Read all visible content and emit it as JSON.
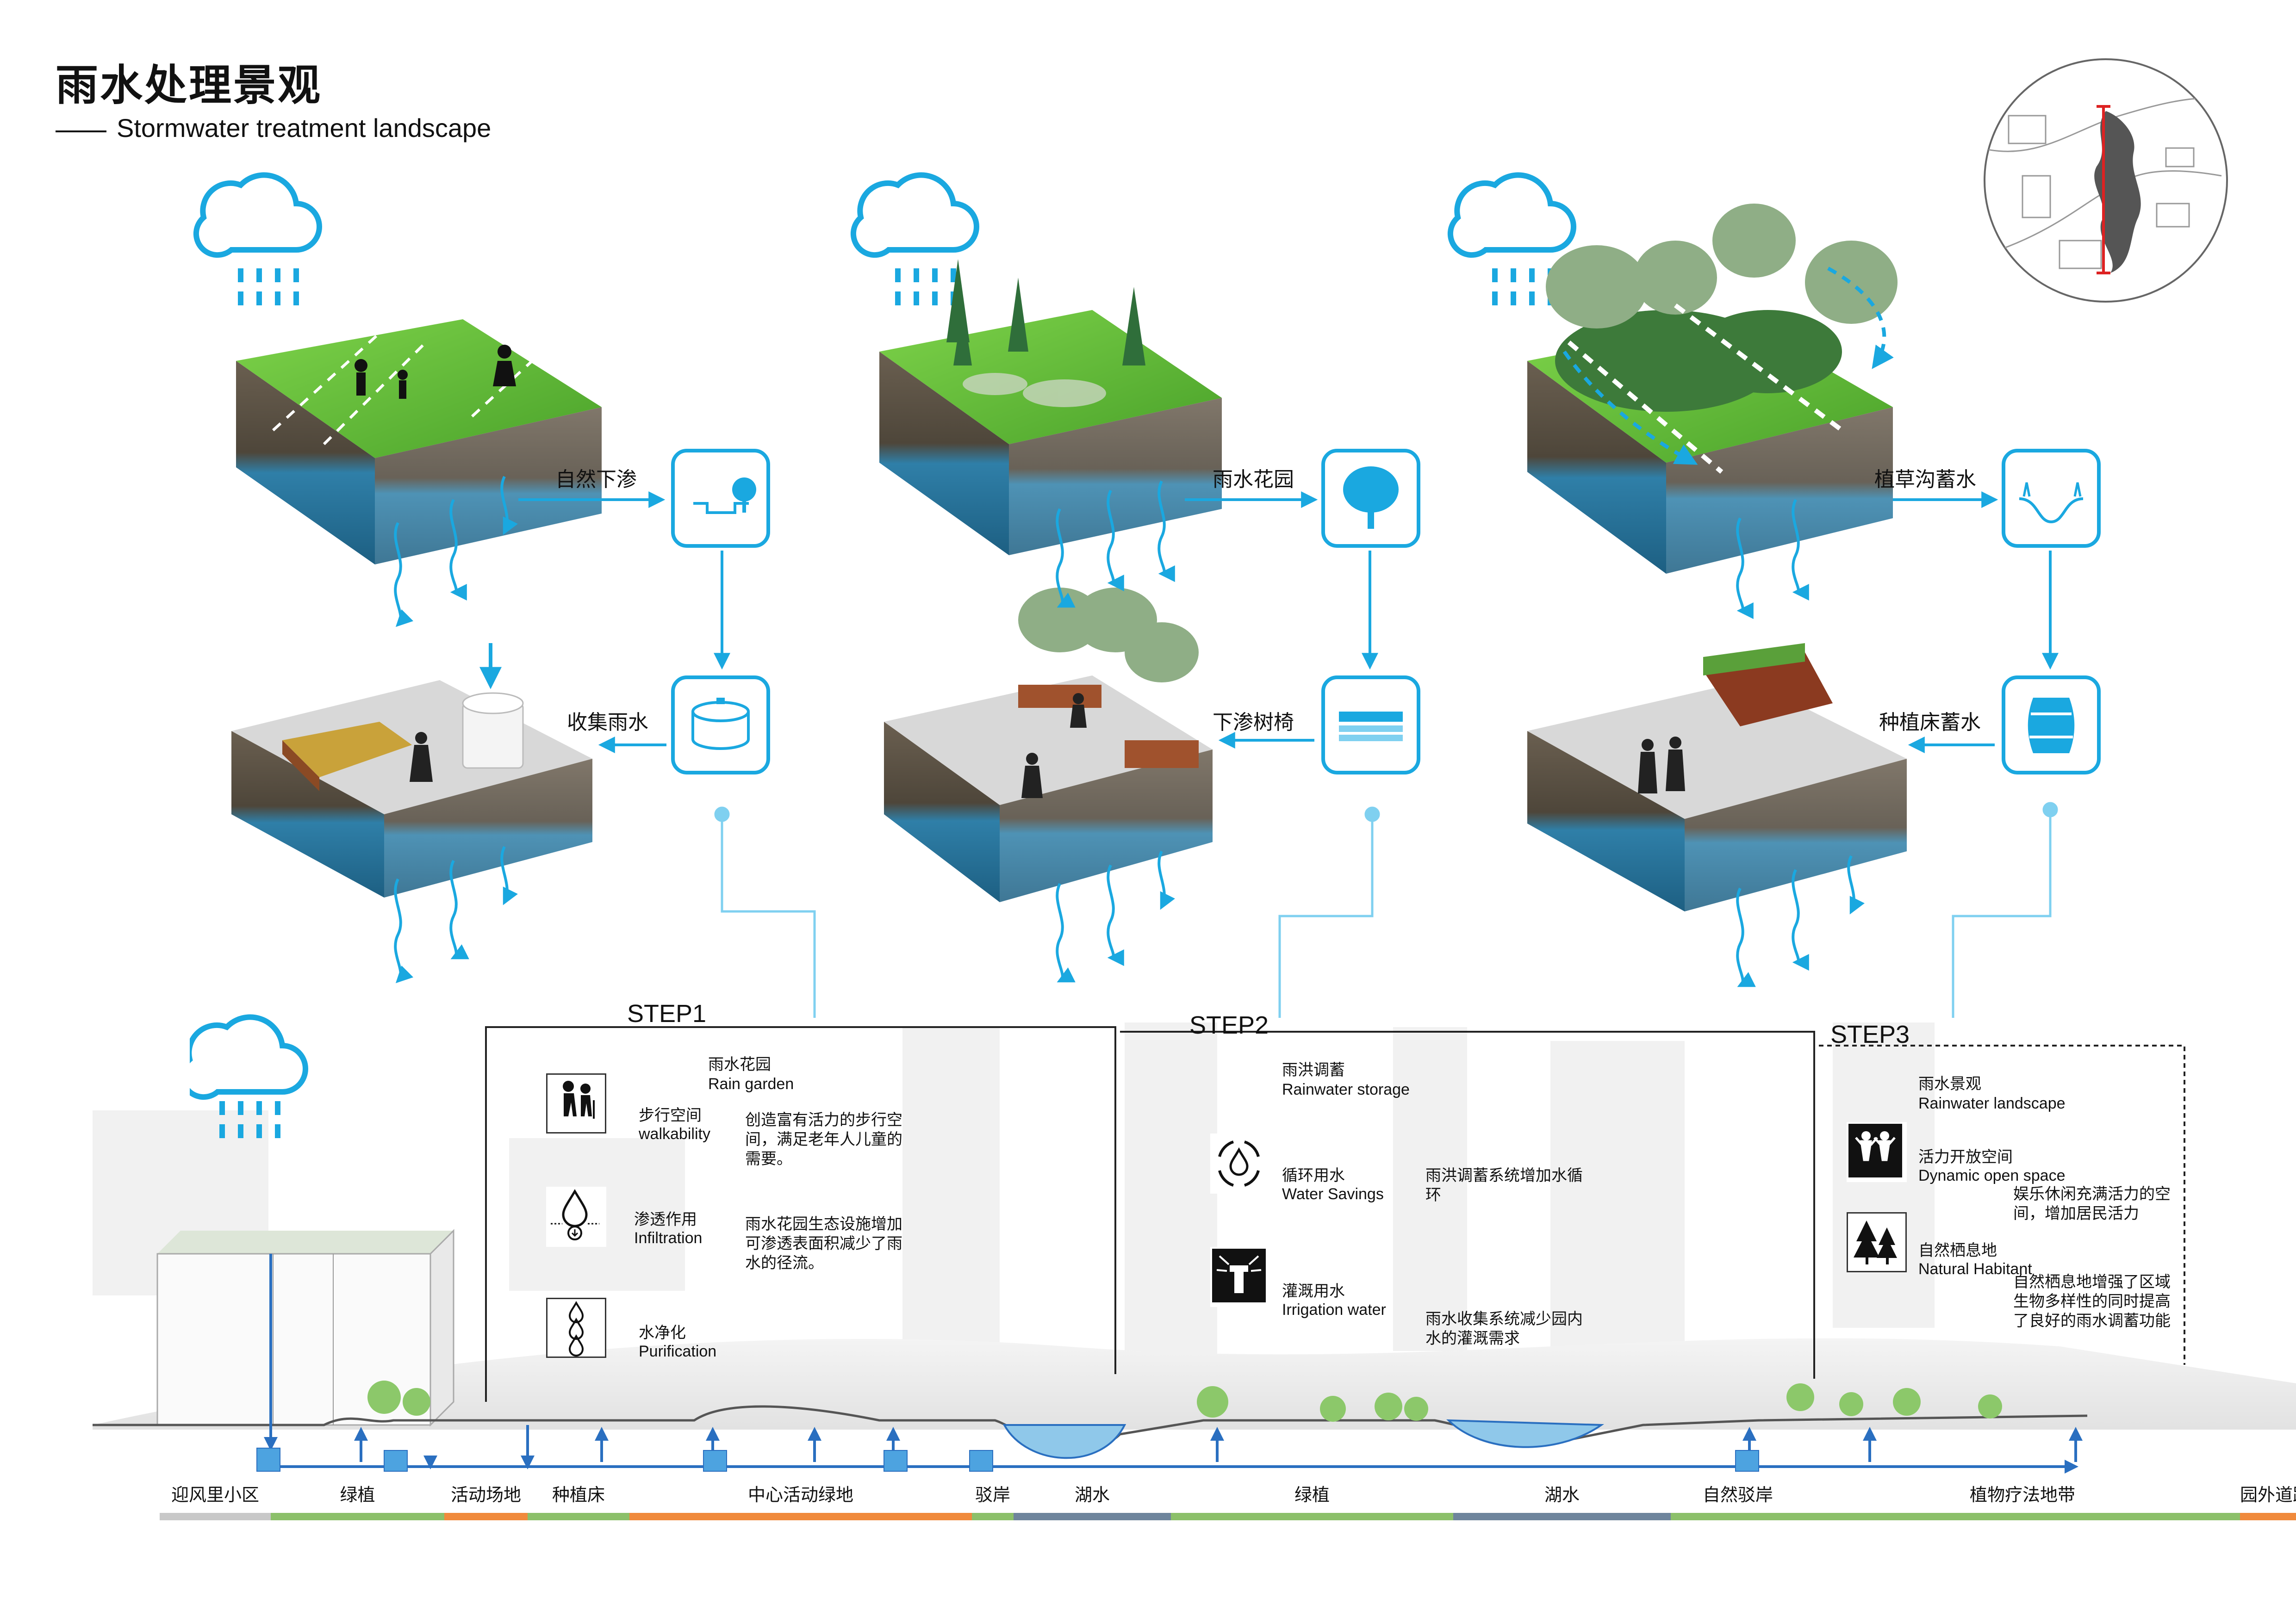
{
  "title": {
    "cn": "雨水处理景观",
    "en": "Stormwater treatment landscape"
  },
  "flow": {
    "col1": {
      "top_label": "自然下渗",
      "bottom_label": "收集雨水"
    },
    "col2": {
      "top_label": "雨水花园",
      "bottom_label": "下渗树椅"
    },
    "col3": {
      "top_label": "植草沟蓄水",
      "bottom_label": "种植床蓄水"
    }
  },
  "steps": {
    "step1": {
      "label": "STEP1",
      "heading_cn": "雨水花园",
      "heading_en": "Rain garden",
      "items": [
        {
          "cn": "步行空间",
          "en": "walkability",
          "desc": "创造富有活力的步行空间，满足老年人儿童的需要。"
        },
        {
          "cn": "渗透作用",
          "en": "Infiltration",
          "desc": "雨水花园生态设施增加可渗透表面积减少了雨水的径流。"
        },
        {
          "cn": "水净化",
          "en": "Purification",
          "desc": ""
        }
      ]
    },
    "step2": {
      "label": "STEP2",
      "heading_cn": "雨洪调蓄",
      "heading_en": "Rainwater storage",
      "items": [
        {
          "cn": "循环用水",
          "en": "Water Savings",
          "desc": "雨洪调蓄系统增加水循环"
        },
        {
          "cn": "灌溉用水",
          "en": "Irrigation water",
          "desc": "雨水收集系统减少园内水的灌溉需求"
        }
      ]
    },
    "step3": {
      "label": "STEP3",
      "heading_cn": "雨水景观",
      "heading_en": "Rainwater landscape",
      "items": [
        {
          "cn": "活力开放空间",
          "en": "Dynamic open space",
          "desc": "娱乐休闲充满活力的空间，增加居民活力"
        },
        {
          "cn": "自然栖息地",
          "en": "Natural Habitant",
          "desc": "自然栖息地增强了区域生物多样性的同时提高了良好的雨水调蓄功能"
        }
      ]
    }
  },
  "zones": [
    {
      "label": "迎风里小区",
      "color": "#c8c8c8"
    },
    {
      "label": "绿植",
      "color": "#8cc06a"
    },
    {
      "label": "活动场地",
      "color": "#f08a3c"
    },
    {
      "label": "种植床",
      "color": "#8cc06a"
    },
    {
      "label": "中心活动绿地",
      "color": "#f08a3c"
    },
    {
      "label": "驳岸",
      "color": "#8cc06a"
    },
    {
      "label": "湖水",
      "color": "#6f859c"
    },
    {
      "label": "绿植",
      "color": "#8cc06a"
    },
    {
      "label": "湖水",
      "color": "#6f859c"
    },
    {
      "label": "自然驳岸",
      "color": "#8cc06a"
    },
    {
      "label": "植物疗法地带",
      "color": "#8cc06a"
    },
    {
      "label": "园外道路",
      "color": "#f08a3c"
    }
  ],
  "colors": {
    "accent": "#1aa8e0",
    "pipe": "#2a6fc0",
    "grass": "#6cc23a",
    "soil": "#5a5044",
    "water": "#2f7fa8"
  }
}
